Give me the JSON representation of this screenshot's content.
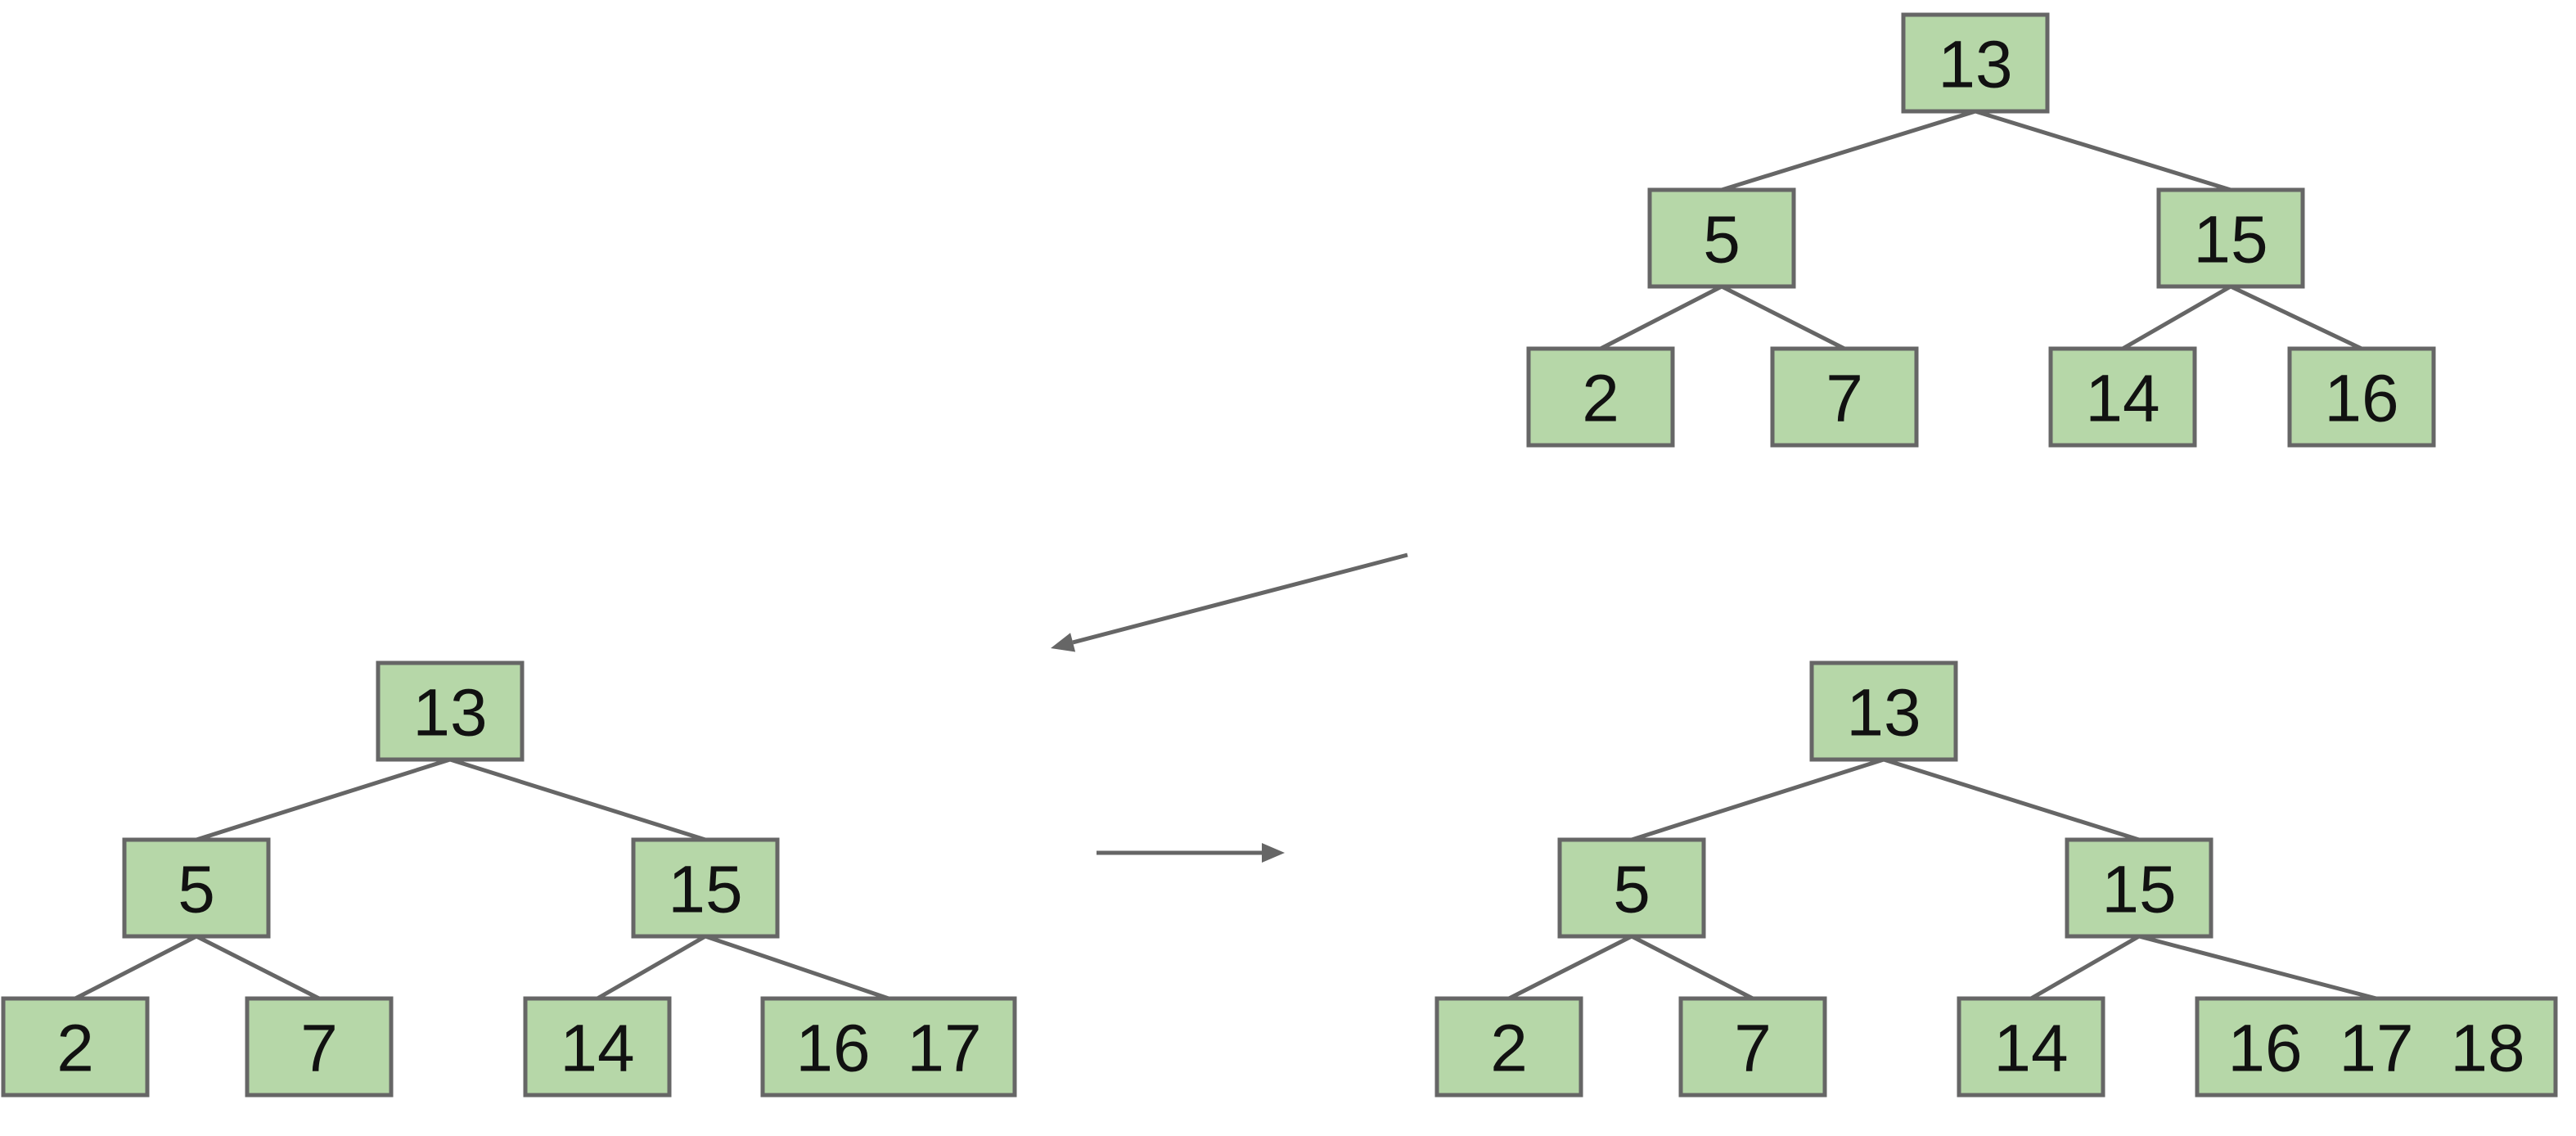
{
  "colors": {
    "node_fill": "#b6d7a8",
    "node_stroke": "#666666",
    "edge": "#666666",
    "text": "#111111"
  },
  "trees": [
    {
      "id": "tree-initial",
      "nodes": [
        {
          "id": "root",
          "keys": [
            "13"
          ]
        },
        {
          "id": "left",
          "keys": [
            "5"
          ]
        },
        {
          "id": "right",
          "keys": [
            "15"
          ]
        },
        {
          "id": "ll",
          "keys": [
            "2"
          ]
        },
        {
          "id": "lr",
          "keys": [
            "7"
          ]
        },
        {
          "id": "rl",
          "keys": [
            "14"
          ]
        },
        {
          "id": "rr",
          "keys": [
            "16"
          ]
        }
      ],
      "edges": [
        [
          "root",
          "left"
        ],
        [
          "root",
          "right"
        ],
        [
          "left",
          "ll"
        ],
        [
          "left",
          "lr"
        ],
        [
          "right",
          "rl"
        ],
        [
          "right",
          "rr"
        ]
      ]
    },
    {
      "id": "tree-after-insert-17",
      "nodes": [
        {
          "id": "root",
          "keys": [
            "13"
          ]
        },
        {
          "id": "left",
          "keys": [
            "5"
          ]
        },
        {
          "id": "right",
          "keys": [
            "15"
          ]
        },
        {
          "id": "ll",
          "keys": [
            "2"
          ]
        },
        {
          "id": "lr",
          "keys": [
            "7"
          ]
        },
        {
          "id": "rl",
          "keys": [
            "14"
          ]
        },
        {
          "id": "rr",
          "keys": [
            "16",
            "17"
          ]
        }
      ],
      "edges": [
        [
          "root",
          "left"
        ],
        [
          "root",
          "right"
        ],
        [
          "left",
          "ll"
        ],
        [
          "left",
          "lr"
        ],
        [
          "right",
          "rl"
        ],
        [
          "right",
          "rr"
        ]
      ]
    },
    {
      "id": "tree-after-insert-18",
      "nodes": [
        {
          "id": "root",
          "keys": [
            "13"
          ]
        },
        {
          "id": "left",
          "keys": [
            "5"
          ]
        },
        {
          "id": "right",
          "keys": [
            "15"
          ]
        },
        {
          "id": "ll",
          "keys": [
            "2"
          ]
        },
        {
          "id": "lr",
          "keys": [
            "7"
          ]
        },
        {
          "id": "rl",
          "keys": [
            "14"
          ]
        },
        {
          "id": "rr",
          "keys": [
            "16",
            "17",
            "18"
          ]
        }
      ],
      "edges": [
        [
          "root",
          "left"
        ],
        [
          "root",
          "right"
        ],
        [
          "left",
          "ll"
        ],
        [
          "left",
          "lr"
        ],
        [
          "right",
          "rl"
        ],
        [
          "right",
          "rr"
        ]
      ]
    }
  ],
  "arrows": [
    {
      "id": "arrow-initial-to-17",
      "from": "tree-initial",
      "to": "tree-after-insert-17"
    },
    {
      "id": "arrow-17-to-18",
      "from": "tree-after-insert-17",
      "to": "tree-after-insert-18"
    }
  ]
}
